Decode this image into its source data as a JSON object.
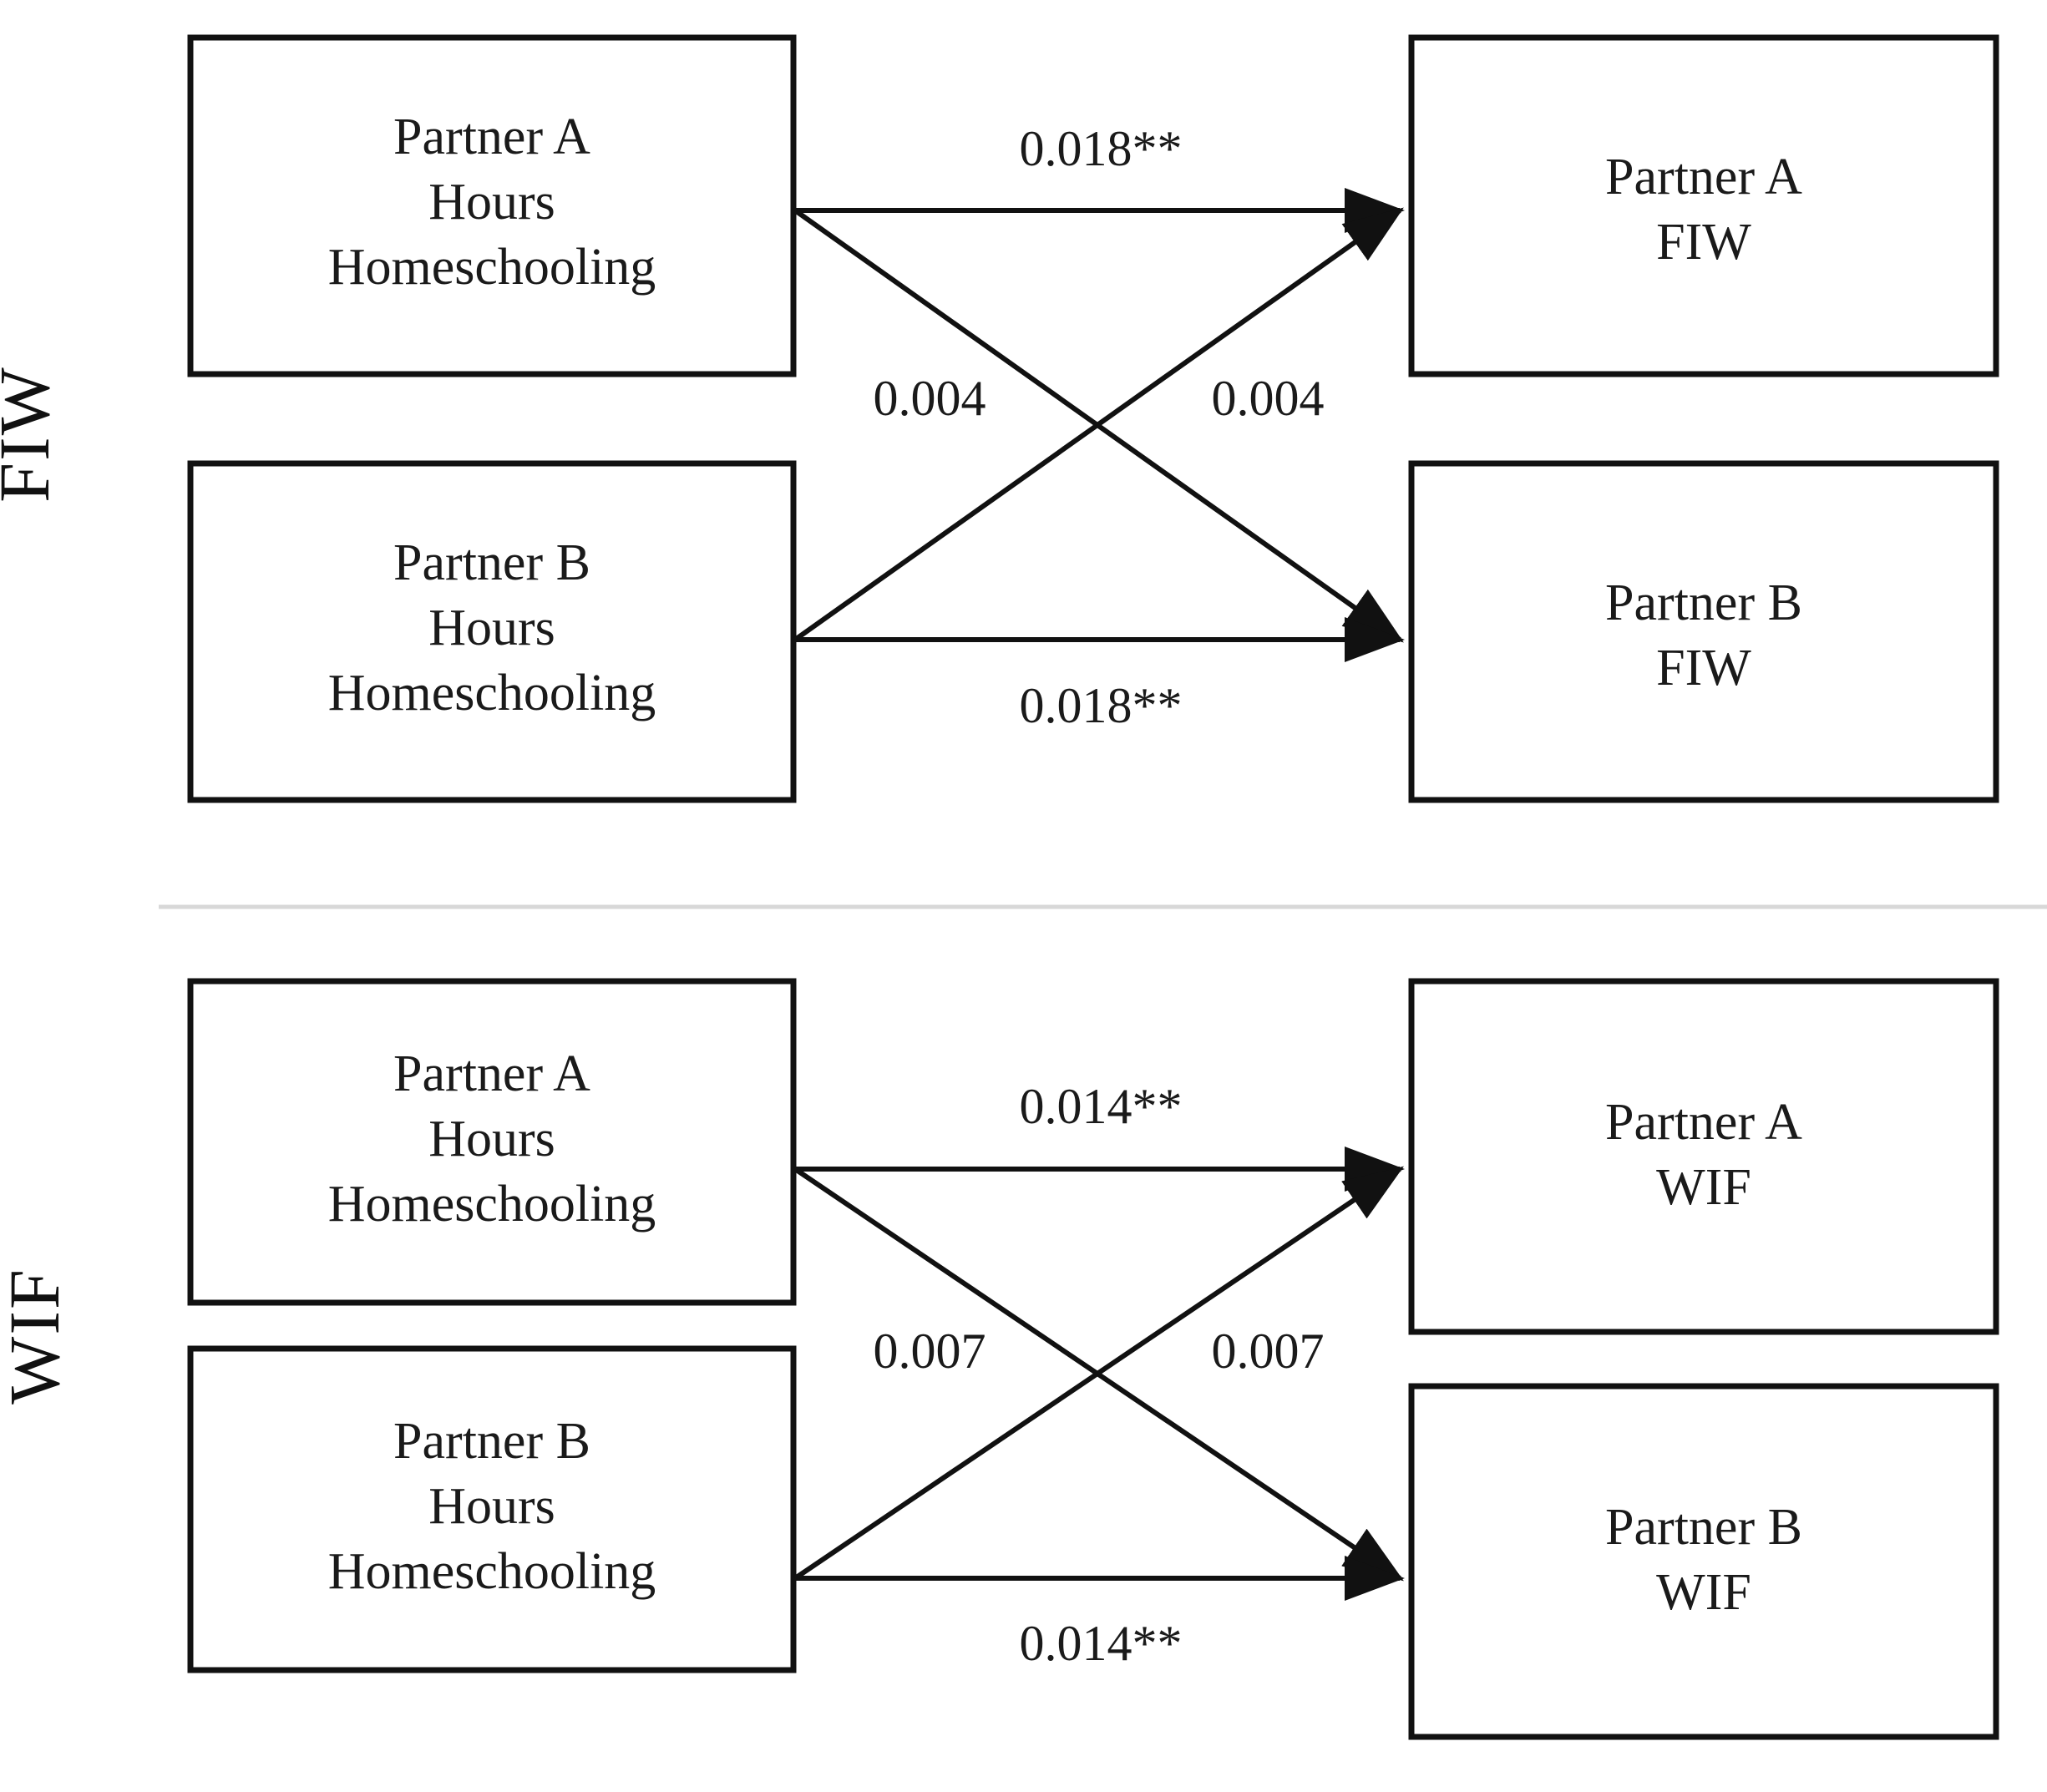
{
  "figure": {
    "type": "apim-path-diagram",
    "background_color": "#ffffff",
    "line_color": "#111111",
    "text_color": "#1a1a1a",
    "divider_color": "#d8d8d8"
  },
  "panels": [
    {
      "id": "fiw",
      "side_label": "FIW",
      "predictors": [
        {
          "id": "fiw-pred-a",
          "lines": [
            "Partner A",
            "Hours",
            "Homeschooling"
          ]
        },
        {
          "id": "fiw-pred-b",
          "lines": [
            "Partner B",
            "Hours",
            "Homeschooling"
          ]
        }
      ],
      "outcomes": [
        {
          "id": "fiw-out-a",
          "lines": [
            "Partner A",
            "FIW"
          ]
        },
        {
          "id": "fiw-out-b",
          "lines": [
            "Partner B",
            "FIW"
          ]
        }
      ],
      "paths": [
        {
          "id": "fiw-actor-a",
          "kind": "actor",
          "from": "fiw-pred-a",
          "to": "fiw-out-a",
          "label": "0.018**"
        },
        {
          "id": "fiw-partner-a-to-b",
          "kind": "partner",
          "from": "fiw-pred-a",
          "to": "fiw-out-b",
          "label": "0.004"
        },
        {
          "id": "fiw-partner-b-to-a",
          "kind": "partner",
          "from": "fiw-pred-b",
          "to": "fiw-out-a",
          "label": "0.004"
        },
        {
          "id": "fiw-actor-b",
          "kind": "actor",
          "from": "fiw-pred-b",
          "to": "fiw-out-b",
          "label": "0.018**"
        }
      ]
    },
    {
      "id": "wif",
      "side_label": "WIF",
      "predictors": [
        {
          "id": "wif-pred-a",
          "lines": [
            "Partner A",
            "Hours",
            "Homeschooling"
          ]
        },
        {
          "id": "wif-pred-b",
          "lines": [
            "Partner B",
            "Hours",
            "Homeschooling"
          ]
        }
      ],
      "outcomes": [
        {
          "id": "wif-out-a",
          "lines": [
            "Partner A",
            "WIF"
          ]
        },
        {
          "id": "wif-out-b",
          "lines": [
            "Partner B",
            "WIF"
          ]
        }
      ],
      "paths": [
        {
          "id": "wif-actor-a",
          "kind": "actor",
          "from": "wif-pred-a",
          "to": "wif-out-a",
          "label": "0.014**"
        },
        {
          "id": "wif-partner-a-to-b",
          "kind": "partner",
          "from": "wif-pred-a",
          "to": "wif-out-b",
          "label": "0.007"
        },
        {
          "id": "wif-partner-b-to-a",
          "kind": "partner",
          "from": "wif-pred-b",
          "to": "wif-out-a",
          "label": "0.007"
        },
        {
          "id": "wif-actor-b",
          "kind": "actor",
          "from": "wif-pred-b",
          "to": "wif-out-b",
          "label": "0.014**"
        }
      ]
    }
  ],
  "labels": {
    "fiw_side": "FIW",
    "wif_side": "WIF",
    "fiw_pred_a_l1": "Partner A",
    "fiw_pred_a_l2": "Hours",
    "fiw_pred_a_l3": "Homeschooling",
    "fiw_pred_b_l1": "Partner B",
    "fiw_pred_b_l2": "Hours",
    "fiw_pred_b_l3": "Homeschooling",
    "fiw_out_a_l1": "Partner A",
    "fiw_out_a_l2": "FIW",
    "fiw_out_b_l1": "Partner B",
    "fiw_out_b_l2": "FIW",
    "fiw_path_top": "0.018**",
    "fiw_path_cross_left": "0.004",
    "fiw_path_cross_right": "0.004",
    "fiw_path_bottom": "0.018**",
    "wif_pred_a_l1": "Partner A",
    "wif_pred_a_l2": "Hours",
    "wif_pred_a_l3": "Homeschooling",
    "wif_pred_b_l1": "Partner B",
    "wif_pred_b_l2": "Hours",
    "wif_pred_b_l3": "Homeschooling",
    "wif_out_a_l1": "Partner A",
    "wif_out_a_l2": "WIF",
    "wif_out_b_l1": "Partner B",
    "wif_out_b_l2": "WIF",
    "wif_path_top": "0.014**",
    "wif_path_cross_left": "0.007",
    "wif_path_cross_right": "0.007",
    "wif_path_bottom": "0.014**"
  }
}
